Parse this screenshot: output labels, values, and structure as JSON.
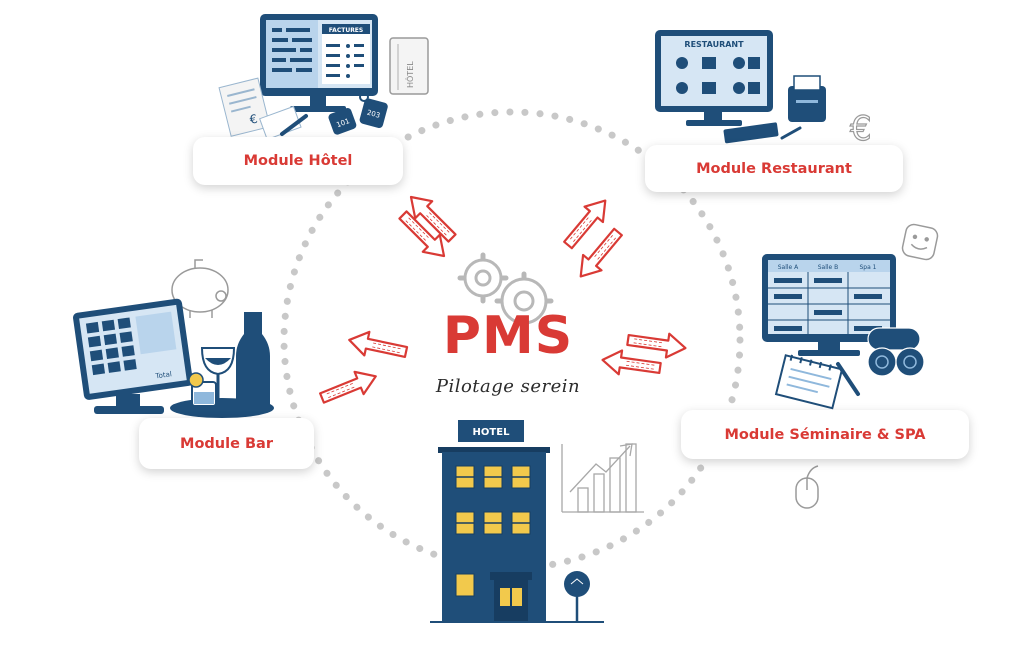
{
  "center": {
    "title": "PMS",
    "subtitle": "Pilotage serein"
  },
  "modules": {
    "hotel": "Module Hôtel",
    "restaurant": "Module Restaurant",
    "bar": "Module Bar",
    "seminaire": "Module Séminaire & SPA"
  },
  "illustration_labels": {
    "factures": "FACTURES",
    "restaurant_screen": "RESTAURANT",
    "hotel_sign": "HOTEL",
    "binder": "HÔTEL",
    "room_a": "Salle A",
    "room_b": "Salle B",
    "spa": "Spa 1",
    "pos_total": "Total",
    "key_1": "203",
    "key_2": "101"
  },
  "colors": {
    "accent": "#d93a35",
    "navy": "#1f4e79",
    "light_blue": "#8fb8dc",
    "window": "#f2c94c",
    "dots": "#c8c8c8"
  }
}
